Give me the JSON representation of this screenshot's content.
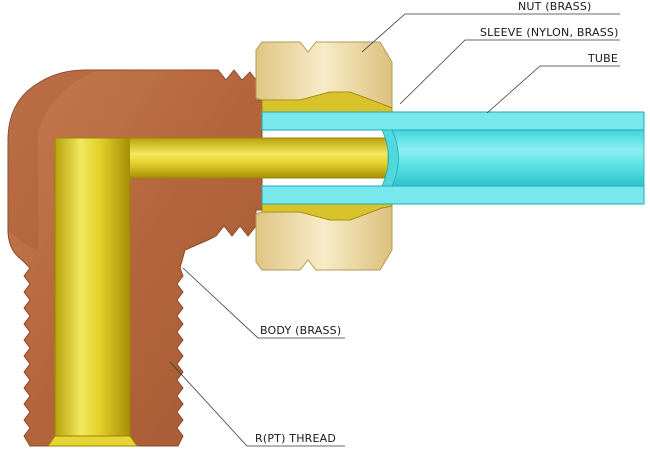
{
  "labels": {
    "nut": "NUT (BRASS)",
    "sleeve": "SLEEVE (NYLON, BRASS)",
    "tube": "TUBE",
    "body": "BODY (BRASS)",
    "thread": "R(PT) THREAD"
  },
  "colors": {
    "body": "#b8683f",
    "body_shadow": "#9a5530",
    "brass": "#d4c01e",
    "brass_light": "#f2e55a",
    "nut": "#e8d39a",
    "nut_light": "#f6e9c2",
    "tube": "#5fe1e6",
    "tube_light": "#a8f3f5",
    "leader": "#3a3a3a"
  }
}
